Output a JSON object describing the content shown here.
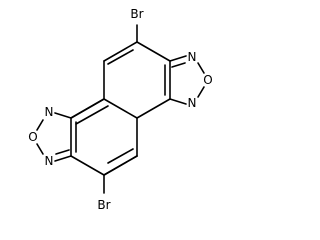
{
  "molecule": {
    "atoms": {
      "br_top": "Br",
      "br_bottom": "Br",
      "n_tr_upper": "N",
      "o_tr": "O",
      "n_tr_lower": "N",
      "n_bl_upper": "N",
      "o_bl": "O",
      "n_bl_lower": "N"
    }
  }
}
